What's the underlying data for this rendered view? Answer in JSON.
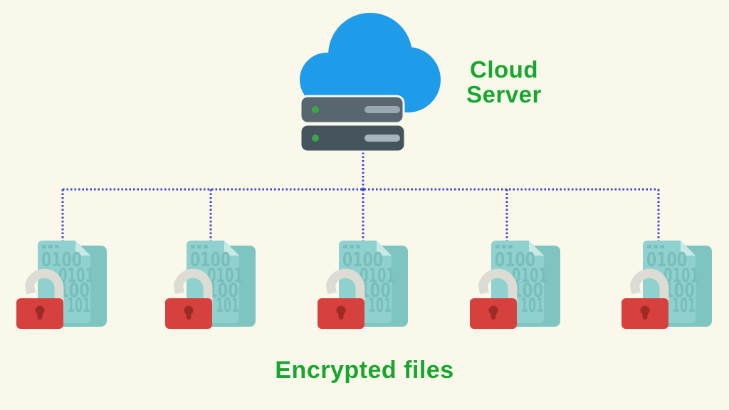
{
  "labels": {
    "cloud_server": "Cloud Server",
    "encrypted_files": "Encrypted files"
  },
  "file_icon": {
    "name": "encrypted-file-lock-icon",
    "instances": 5,
    "binary_rows": [
      "0100",
      "0101",
      "100",
      "101"
    ]
  },
  "icons": {
    "cloud": "cloud-icon",
    "server": "server-rack-icon",
    "padlock": "open-padlock-icon"
  },
  "colors": {
    "background": "#FAF8EB",
    "accent_green": "#17A62E",
    "cloud_blue": "#1E9CEA",
    "connector_blue": "#3A45D4",
    "doc_teal": "#8FD1CE",
    "doc_teal_back": "#7EC5C1",
    "doc_fold": "#C8E9E6",
    "binary_teal": "#79BEBB",
    "lock_red": "#D7413D",
    "keyhole_red": "#9E2B27",
    "shackle_grey": "#DCDCD4",
    "server_rack_top": "#57666F",
    "server_rack_bottom": "#44535C",
    "server_led_green": "#3FA54B",
    "server_pill_top": "#99A7AE",
    "server_pill_bottom": "#A7B6BD"
  }
}
